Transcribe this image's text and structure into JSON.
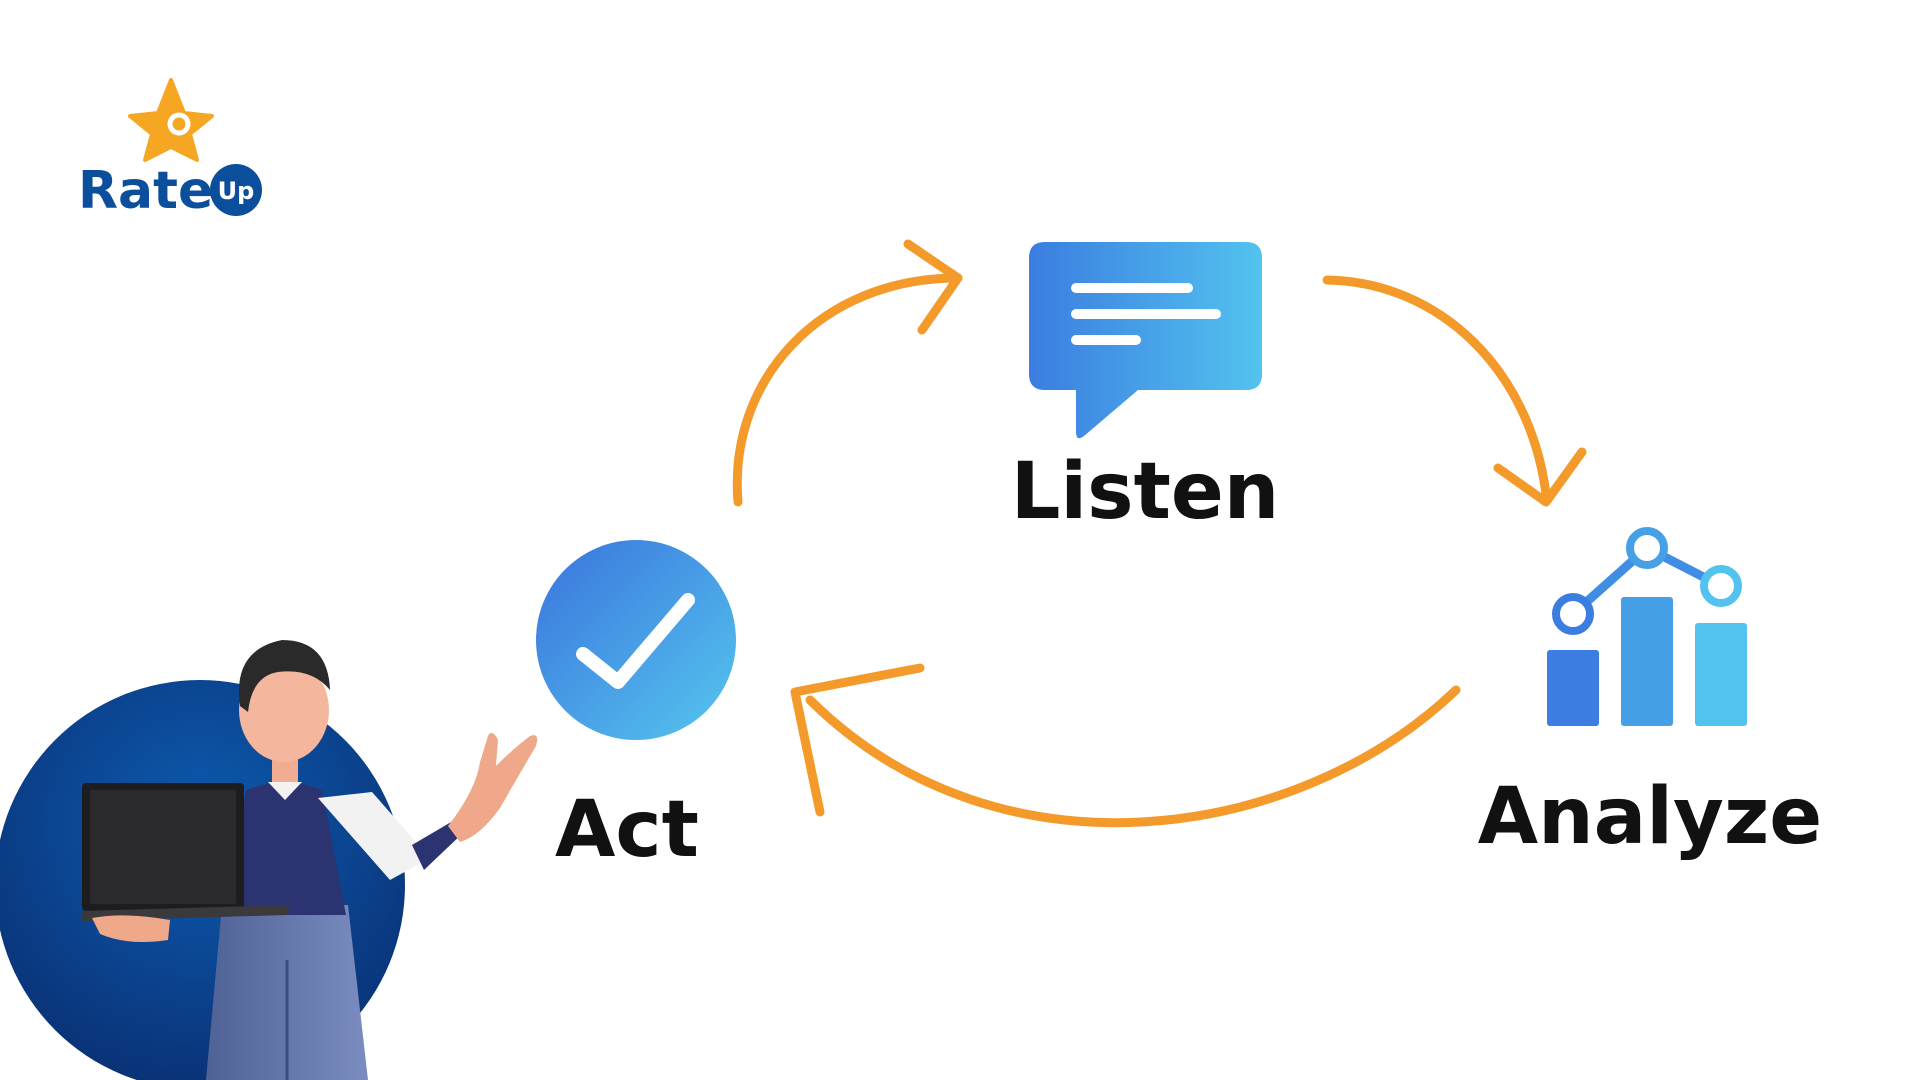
{
  "brand": {
    "name": "Rate",
    "badge": "Up",
    "primary_color": "#0b4f9c",
    "accent_color": "#f5a623"
  },
  "cycle": {
    "arrow_color": "#f39a2b",
    "icon_gradient": [
      "#3b7de0",
      "#52c3ef"
    ],
    "steps": [
      {
        "id": "listen",
        "label": "Listen",
        "icon": "chat-bubble-icon"
      },
      {
        "id": "analyze",
        "label": "Analyze",
        "icon": "bar-chart-icon"
      },
      {
        "id": "act",
        "label": "Act",
        "icon": "checkmark-icon"
      }
    ]
  },
  "illustration": {
    "subject": "person-with-laptop",
    "backdrop_color": "#0a3f86"
  }
}
